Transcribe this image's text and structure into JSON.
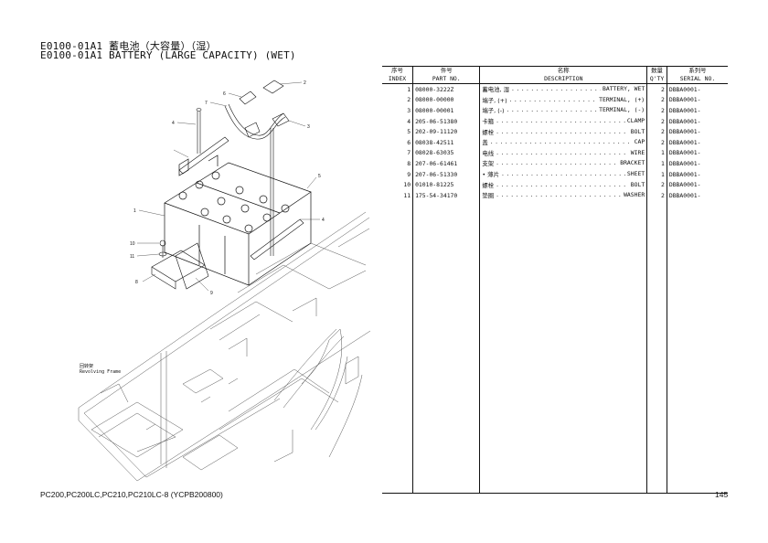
{
  "header": {
    "title_zh": "E0100-01A1 蓄电池（大容量）（湿）",
    "title_en": "E0100-01A1 BATTERY (LARGE CAPACITY) (WET)"
  },
  "table": {
    "columns": [
      {
        "zh": "序号",
        "en": "INDEX"
      },
      {
        "zh": "件号",
        "en": "PART NO."
      },
      {
        "zh": "名称",
        "en": "DESCRIPTION"
      },
      {
        "zh": "数量",
        "en": "Q'TY"
      },
      {
        "zh": "系列号",
        "en": "SERIAL NO."
      }
    ],
    "rows": [
      {
        "index": "1",
        "part": "08000-3222Z",
        "zh": "蓄电池, 湿",
        "en": "BATTERY, WET",
        "qty": "2",
        "serial": "DBBA0001-"
      },
      {
        "index": "2",
        "part": "08000-00000",
        "zh": "端子, (+)",
        "en": "TERMINAL, (+)",
        "qty": "2",
        "serial": "DBBA0001-"
      },
      {
        "index": "3",
        "part": "08000-00001",
        "zh": "端子, (-)",
        "en": "TERMINAL, (-)",
        "qty": "2",
        "serial": "DBBA0001-"
      },
      {
        "index": "4",
        "part": "205-06-51380",
        "zh": "卡箍",
        "en": "CLAMP",
        "qty": "2",
        "serial": "DBBA0001-"
      },
      {
        "index": "5",
        "part": "202-09-11120",
        "zh": "螺栓",
        "en": "BOLT",
        "qty": "2",
        "serial": "DBBA0001-"
      },
      {
        "index": "6",
        "part": "08038-42511",
        "zh": "盖",
        "en": "CAP",
        "qty": "2",
        "serial": "DBBA0001-"
      },
      {
        "index": "7",
        "part": "08028-63035",
        "zh": "电线",
        "en": "WIRE",
        "qty": "1",
        "serial": "DBBA0001-"
      },
      {
        "index": "8",
        "part": "207-06-61461",
        "zh": "支架",
        "en": "BRACKET",
        "qty": "1",
        "serial": "DBBA0001-"
      },
      {
        "index": "9",
        "part": "207-06-51330",
        "zh": "• 薄片",
        "en": "SHEET",
        "qty": "1",
        "serial": "DBBA0001-"
      },
      {
        "index": "10",
        "part": "01010-81225",
        "zh": "螺栓",
        "en": "BOLT",
        "qty": "2",
        "serial": "DBBA0001-"
      },
      {
        "index": "11",
        "part": "175-54-34170",
        "zh": "垫圈",
        "en": "WASHER",
        "qty": "2",
        "serial": "DBBA0001-"
      }
    ]
  },
  "diagram": {
    "callouts": [
      "1",
      "2",
      "3",
      "4",
      "4",
      "5",
      "6",
      "7",
      "8",
      "9",
      "10",
      "11"
    ],
    "frame_label_zh": "回转架",
    "frame_label_en": "Revolving Frame"
  },
  "footer": {
    "models": "PC200,PC200LC,PC210,PC210LC-8 (YCPB200800)",
    "page": "145"
  }
}
